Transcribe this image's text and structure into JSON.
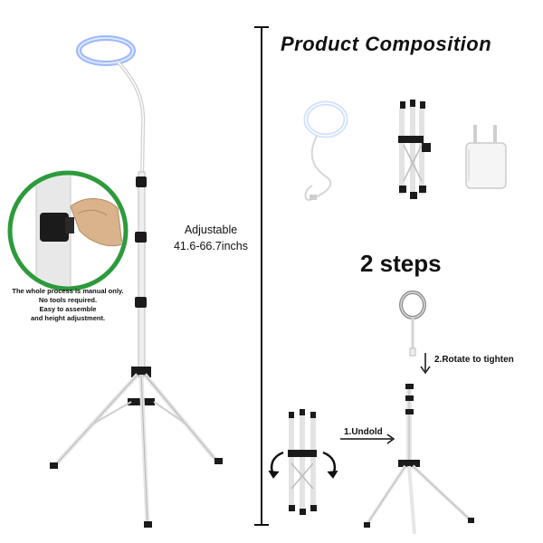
{
  "texts": {
    "product_title": "Product Composition",
    "adjustable_line1": "Adjustable",
    "adjustable_line2": "41.6-66.7inchs",
    "manual_line1": "The whole process is manual only.",
    "manual_line2": "No tools required.",
    "manual_line3": "Easy to assemble",
    "manual_line4": "and height adjustment.",
    "steps_title": "2 steps",
    "step_rotate": "2.Rotate to tighten",
    "step_unfold": "1.Undold"
  },
  "colors": {
    "magnifier_ring": "#2e9a3c",
    "ring_light_glow": "#9ab8ff",
    "stand_white": "#f2f2f2",
    "clamp_black": "#1b1b1b",
    "divider": "#111111"
  },
  "icons": [
    "ring-light-icon",
    "tripod-stand-icon",
    "power-adapter-icon",
    "clamp-detail-icon",
    "rotate-arrow-icon"
  ]
}
